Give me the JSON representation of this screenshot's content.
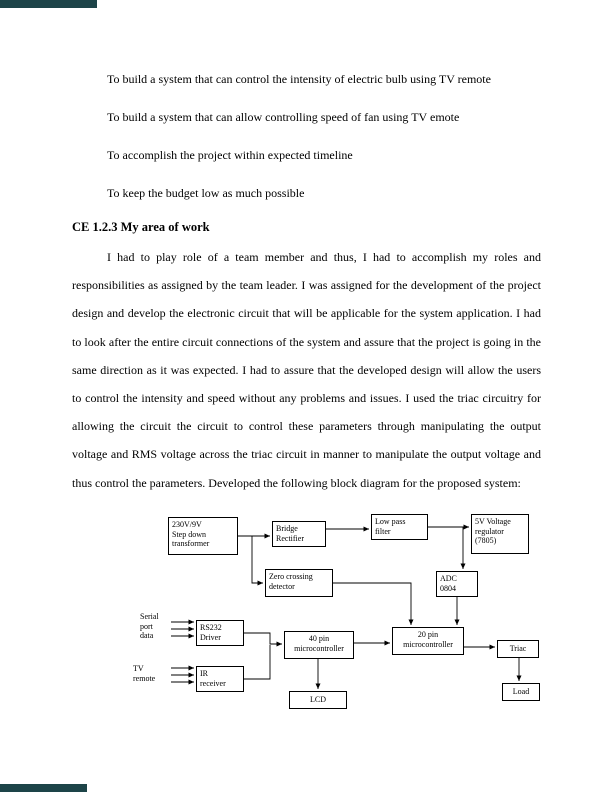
{
  "document": {
    "objectives": [
      "To build a system that can control the intensity of electric bulb using TV remote",
      "To build a system that can allow controlling speed of fan using TV emote",
      "To accomplish the project within expected timeline",
      "To keep the budget low as much possible"
    ],
    "heading": "CE 1.2.3 My area of work",
    "body": "I had to play role of a team member and thus, I had to accomplish my roles and responsibilities as assigned by the team leader. I was assigned for the development of the project design and develop the electronic circuit that will be applicable for the system application. I had to look after the entire circuit connections of the system and assure that the project is going in the same direction as it was expected. I had to assure that the developed design will allow the users to control the intensity and speed without any problems and issues. I used the triac circuitry for allowing the circuit the circuit to control these parameters through manipulating the output voltage and RMS voltage across the triac circuit in manner to manipulate the output voltage and thus control the parameters.  Developed the following block diagram for the proposed system:"
  },
  "diagram": {
    "boxes": {
      "transformer": "230V/9V\nStep down\ntransformer",
      "bridge_rectifier": "Bridge\nRectifier",
      "low_pass_filter": "Low pass\nfilter",
      "voltage_regulator": "5V Voltage\nregulator\n(7805)",
      "zero_crossing": "Zero crossing\ndetector",
      "adc": "ADC\n0804",
      "rs232": "RS232\nDriver",
      "ir_receiver": "IR\nreceiver",
      "micro40": "40 pin\nmicrocontroller",
      "micro20": "20 pin\nmicrocontroller",
      "triac": "Triac",
      "lcd": "LCD",
      "load": "Load"
    },
    "labels": {
      "serial_port": "Serial\nport\ndata",
      "tv_remote": "TV\nremote"
    },
    "line_color": "#000000"
  }
}
